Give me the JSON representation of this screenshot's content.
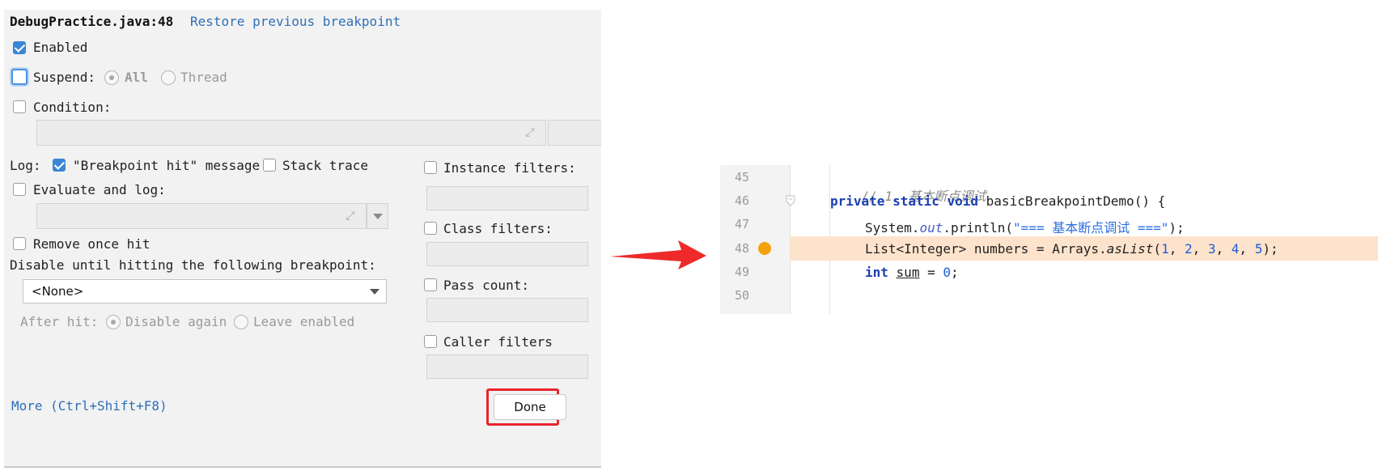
{
  "dialog": {
    "title": "DebugPractice.java:48",
    "restore_link": "Restore previous breakpoint",
    "enabled_label": "Enabled",
    "enabled_checked": true,
    "suspend_label": "Suspend:",
    "suspend_checked": false,
    "suspend_all": "All",
    "suspend_thread": "Thread",
    "condition_label": "Condition:",
    "log_label": "Log:",
    "bp_hit_message": "\"Breakpoint hit\" message",
    "bp_hit_checked": true,
    "stack_trace": "Stack trace",
    "evaluate_log": "Evaluate and log:",
    "remove_once_hit": "Remove once hit",
    "disable_until": "Disable until hitting the following breakpoint:",
    "disable_until_value": "<None>",
    "after_hit_label": "After hit:",
    "disable_again": "Disable again",
    "leave_enabled": "Leave enabled",
    "instance_filters": "Instance filters:",
    "class_filters": "Class filters:",
    "pass_count": "Pass count:",
    "caller_filters": "Caller filters",
    "more_link": "More (Ctrl+Shift+F8)",
    "done_button": "Done"
  },
  "editor": {
    "lines": [
      {
        "num": "45",
        "comment": "// 1. 基本断点调试"
      },
      {
        "num": "46",
        "kw": "private static void",
        "rest": " basicBreakpointDemo() {"
      },
      {
        "num": "47",
        "pre": "System.",
        "field": "out",
        "post": ".println(",
        "str": "\"=== 基本断点调试 ===\"",
        "end": ");"
      },
      {
        "num": "48",
        "pre": "List<Integer> numbers = Arrays.",
        "method": "asList",
        "open": "(",
        "args": [
          "1",
          "2",
          "3",
          "4",
          "5"
        ],
        "end": ");"
      },
      {
        "num": "49",
        "kw": "int",
        "var": "sum",
        "eq": " = ",
        "val": "0",
        "end": ";"
      },
      {
        "num": "50"
      }
    ],
    "breakpoint_color": "#f0a30a",
    "highlight_color": "#fde3cc"
  },
  "colors": {
    "arrow": "#ee2a2a",
    "done_highlight": "#e8242d",
    "link": "#2f6fb7",
    "checkbox_checked": "#3b86d6"
  }
}
